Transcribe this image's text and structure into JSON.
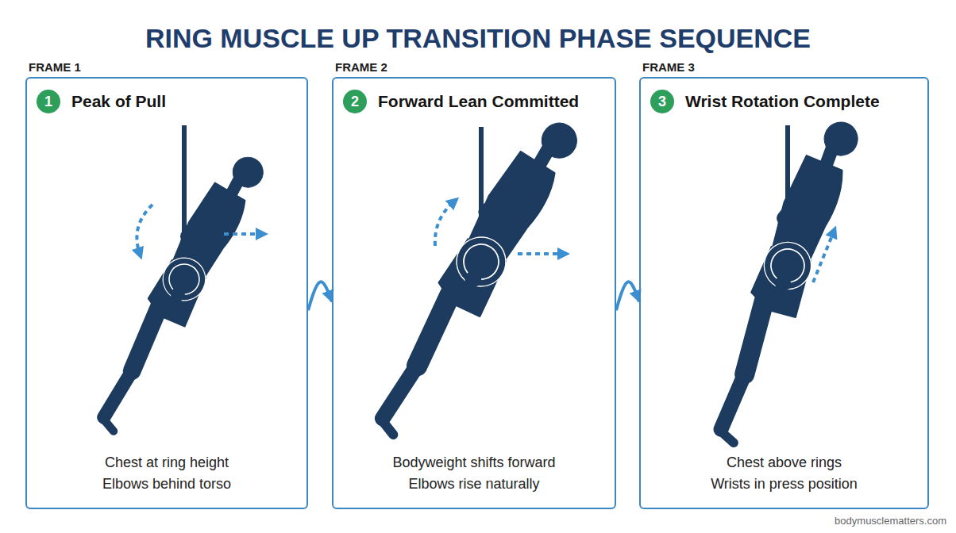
{
  "diagram": {
    "title": "RING MUSCLE UP TRANSITION PHASE SEQUENCE",
    "nodes": [
      {
        "text": [
          "FRAME 1",
          "Peak of Pull",
          "Chest at ring height",
          "Elbows behind torso"
        ]
      },
      {
        "text": [
          "1"
        ],
        "in": 0
      },
      {
        "text": [
          "FRAME 2",
          "Forward Lean Committed",
          "Bodyweight shifts forward",
          "Elbows rise naturally"
        ]
      },
      {
        "text": [
          "2"
        ],
        "in": 2
      },
      {
        "text": [
          "FRAME 3",
          "Wrist Rotation Complete",
          "Chest above rings",
          "Wrists in press position"
        ]
      },
      {
        "text": [
          "3"
        ],
        "in": 4
      }
    ],
    "edges": [
      {
        "from": 0,
        "to": 2,
        "arrow": "to"
      },
      {
        "from": 2,
        "to": 4,
        "arrow": "to"
      }
    ],
    "labels": [
      "bodymusclematters.com"
    ]
  }
}
